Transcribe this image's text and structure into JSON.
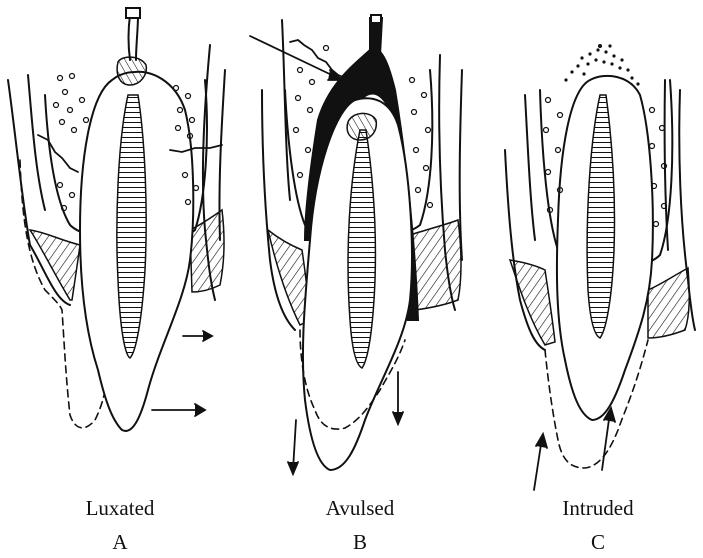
{
  "panels": [
    {
      "id": "A",
      "caption": "Luxated",
      "letter": "A"
    },
    {
      "id": "B",
      "caption": "Avulsed",
      "letter": "B"
    },
    {
      "id": "C",
      "caption": "Intruded",
      "letter": "C"
    }
  ],
  "colors": {
    "ink": "#111111",
    "background": "#ffffff"
  }
}
